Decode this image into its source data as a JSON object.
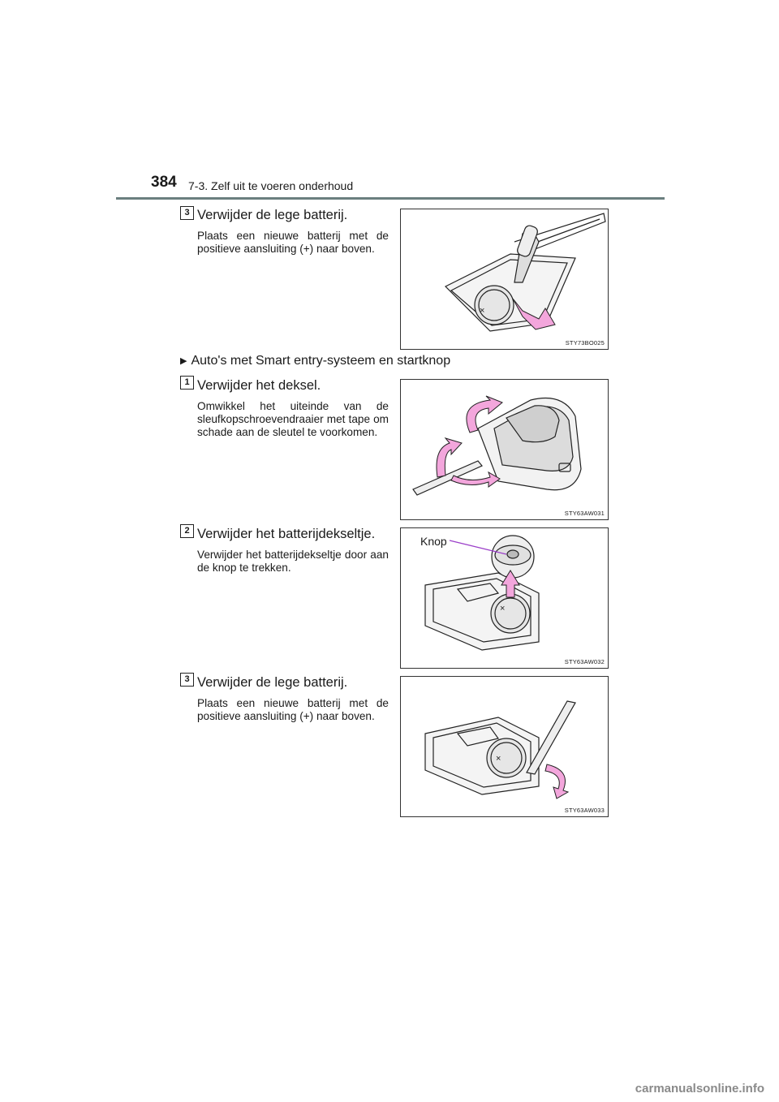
{
  "header": {
    "page_number": "384",
    "section_title": "7-3. Zelf uit te voeren onderhoud"
  },
  "steps": [
    {
      "number": "3",
      "title": "Verwijder de lege batterij.",
      "text": "Plaats een nieuwe batterij met de positieve aansluiting (+) naar boven.",
      "figure_code": "STY73BO025"
    },
    {
      "number": "1",
      "title": "Verwijder het deksel.",
      "text": "Omwikkel het uiteinde van de sleufkopschroevendraaier met tape om schade aan de sleutel te voorkomen.",
      "figure_code": "STY63AW031"
    },
    {
      "number": "2",
      "title": "Verwijder het batterijdekseltje.",
      "text": "Verwijder het batterijdekseltje door aan de knop te trekken.",
      "figure_code": "STY63AW032",
      "callout": "Knop"
    },
    {
      "number": "3",
      "title": "Verwijder de lege batterij.",
      "text": "Plaats een nieuwe batterij met de positieve aansluiting (+) naar boven.",
      "figure_code": "STY63AW033"
    }
  ],
  "subsection": {
    "marker_icon": "triangle-right-icon",
    "label": "Auto's met Smart entry-systeem en startknop"
  },
  "footer": {
    "watermark": "carmanualsonline.info"
  },
  "colors": {
    "header_rule": "#6b7f7f",
    "arrow_pink": "#f3a6dc",
    "callout_line": "#9b3fc9"
  }
}
